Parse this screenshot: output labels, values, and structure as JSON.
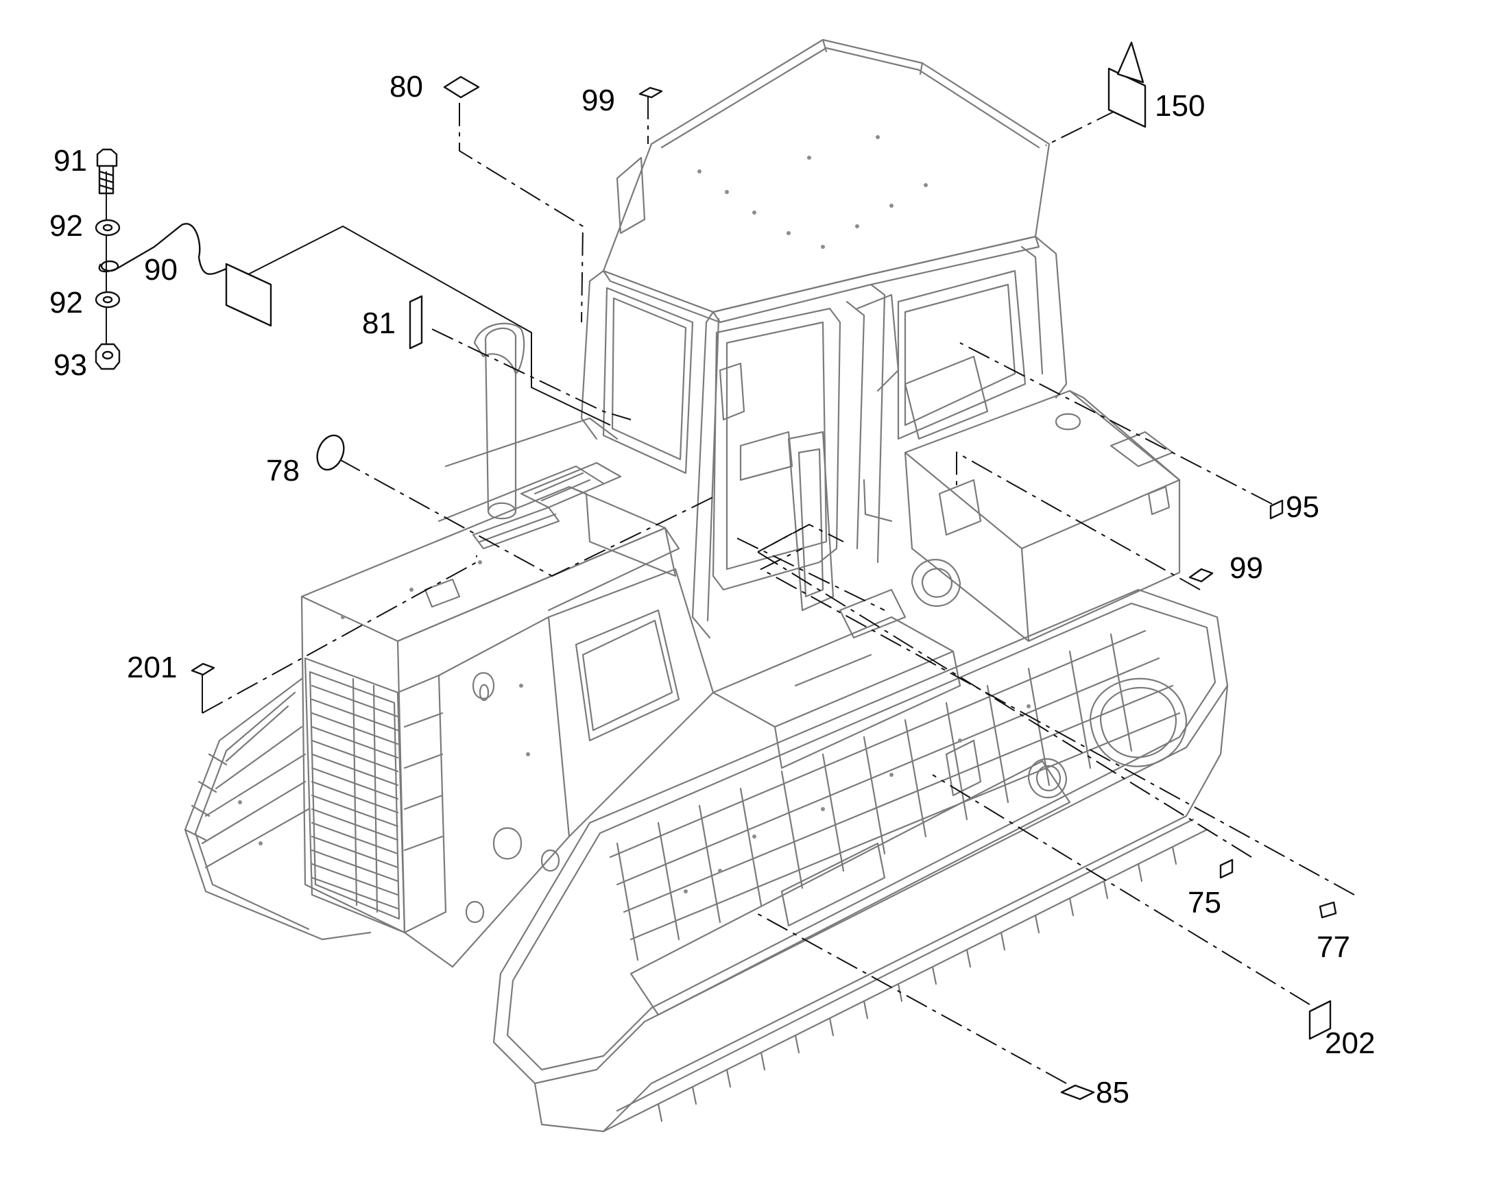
{
  "diagram": {
    "colors": {
      "machine_line": "#7a7a7a",
      "callout_line": "#111111",
      "background": "#ffffff"
    },
    "callouts": [
      {
        "id": "c80",
        "label": "80"
      },
      {
        "id": "c99a",
        "label": "99"
      },
      {
        "id": "c150",
        "label": "150"
      },
      {
        "id": "c91",
        "label": "91"
      },
      {
        "id": "c92a",
        "label": "92"
      },
      {
        "id": "c90",
        "label": "90"
      },
      {
        "id": "c92b",
        "label": "92"
      },
      {
        "id": "c93",
        "label": "93"
      },
      {
        "id": "c81",
        "label": "81"
      },
      {
        "id": "c78",
        "label": "78"
      },
      {
        "id": "c95",
        "label": "95"
      },
      {
        "id": "c99b",
        "label": "99"
      },
      {
        "id": "c201",
        "label": "201"
      },
      {
        "id": "c75",
        "label": "75"
      },
      {
        "id": "c77",
        "label": "77"
      },
      {
        "id": "c202",
        "label": "202"
      },
      {
        "id": "c85",
        "label": "85"
      }
    ]
  }
}
